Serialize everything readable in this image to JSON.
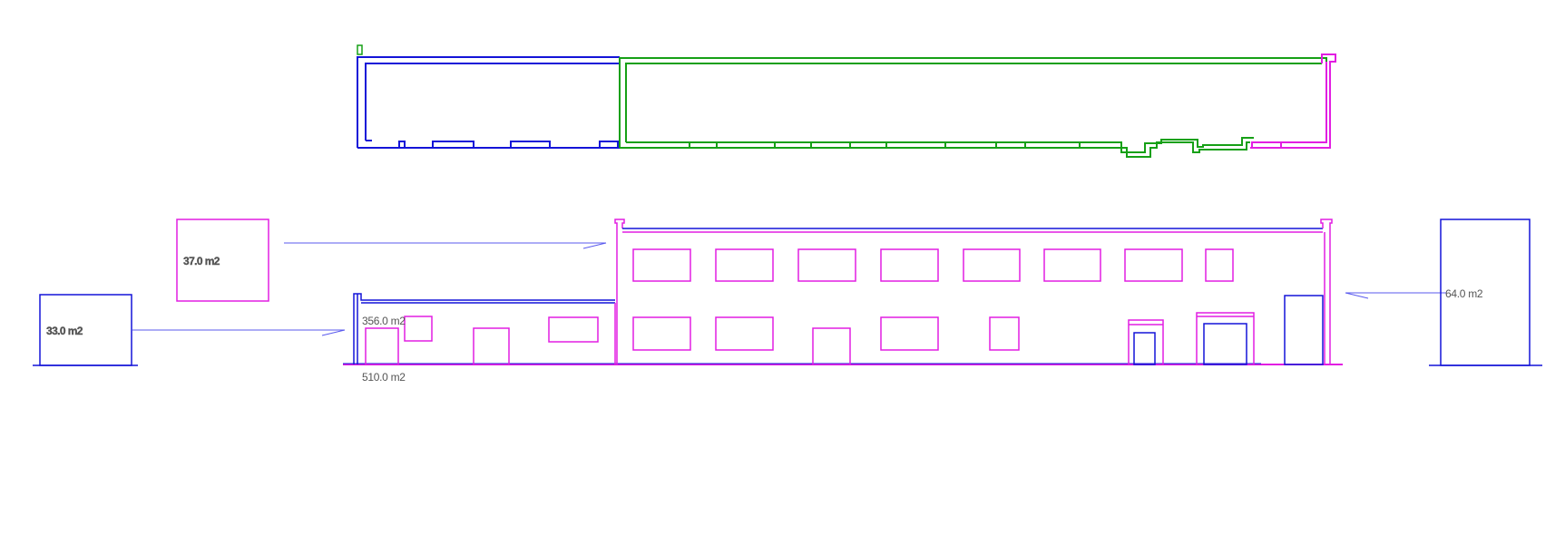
{
  "colors": {
    "blue": "#1414d8",
    "green": "#16a016",
    "magenta": "#e21ee2",
    "light_blue": "#5a5aee",
    "text": "#555555",
    "background": "#ffffff"
  },
  "areas": {
    "left_outbuilding": "33.0 m2",
    "upper_annex": "37.0 m2",
    "right_outbuilding": "64.0 m2",
    "main_ground": "356.0 m2",
    "main_total": "510.0 m2"
  }
}
